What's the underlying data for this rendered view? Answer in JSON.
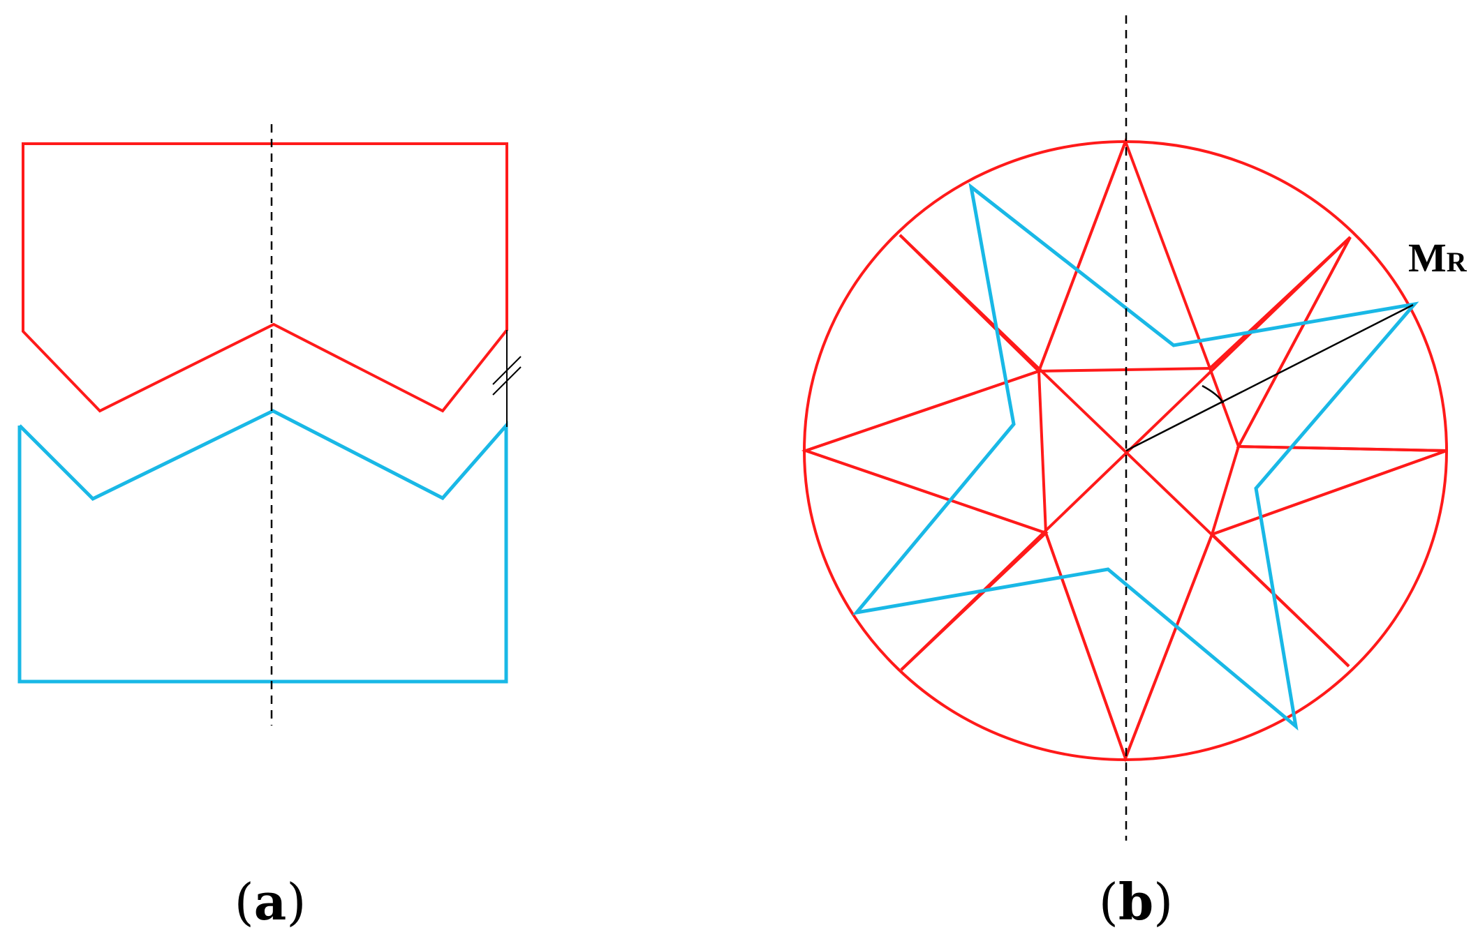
{
  "panels": [
    {
      "id": "a",
      "caption": "(a)",
      "caption_letter": "a"
    },
    {
      "id": "b",
      "caption": "(b)",
      "caption_letter": "b",
      "point_label_main": "M",
      "point_label_sub": "R"
    }
  ],
  "colors": {
    "upper_profile": "#ff1a1a",
    "lower_profile": "#19b8e6",
    "axis": "#000000",
    "background": "#ffffff"
  }
}
